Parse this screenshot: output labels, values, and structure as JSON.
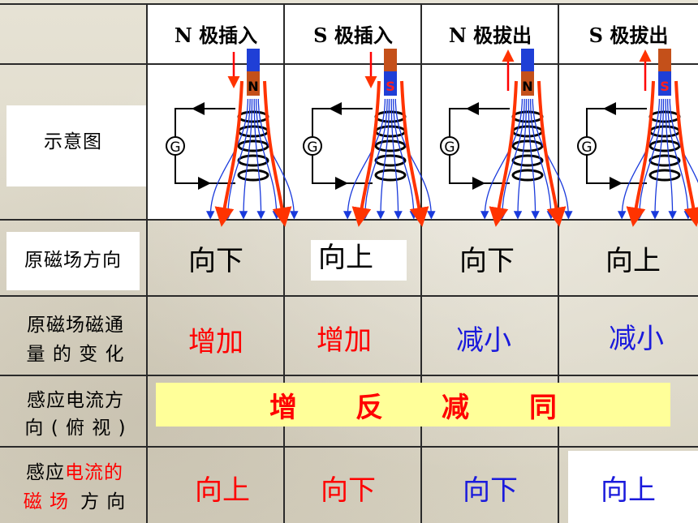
{
  "headers": [
    "N 极插入",
    "S 极插入",
    "N 极拔出",
    "S 极拔出"
  ],
  "row_labels": {
    "diagram": "示意图",
    "orig_field_dir": "原磁场方向",
    "flux_change_line1": "原磁场磁通",
    "flux_change_line2": "量 的 变 化",
    "induced_current_line1": "感应电流方",
    "induced_current_line2": "向 ( 俯 视 )",
    "induced_field_line1_black": "感应",
    "induced_field_line1_red": "电流的",
    "induced_field_line2_red": "磁 场",
    "induced_field_line2_black": "方 向"
  },
  "orig_field_dir": [
    "向下",
    "向上",
    "向下",
    "向上"
  ],
  "flux_change": [
    "增加",
    "增加",
    "减小",
    "减小"
  ],
  "banner": [
    "增",
    "反",
    "减",
    "同"
  ],
  "induced_field_dir": [
    "向上",
    "向下",
    "向下",
    "向上"
  ],
  "magnets": [
    "N",
    "S",
    "N",
    "S"
  ],
  "galvanometer_label": "G",
  "colors": {
    "red_text": "#ff0000",
    "blue_text": "#1a1adc",
    "banner_bg": "#ffff99",
    "magnet_blue": "#1f3fd6",
    "magnet_brown": "#c4501a",
    "field_line_red": "#ff3300",
    "field_line_blue": "#1a3adc"
  }
}
